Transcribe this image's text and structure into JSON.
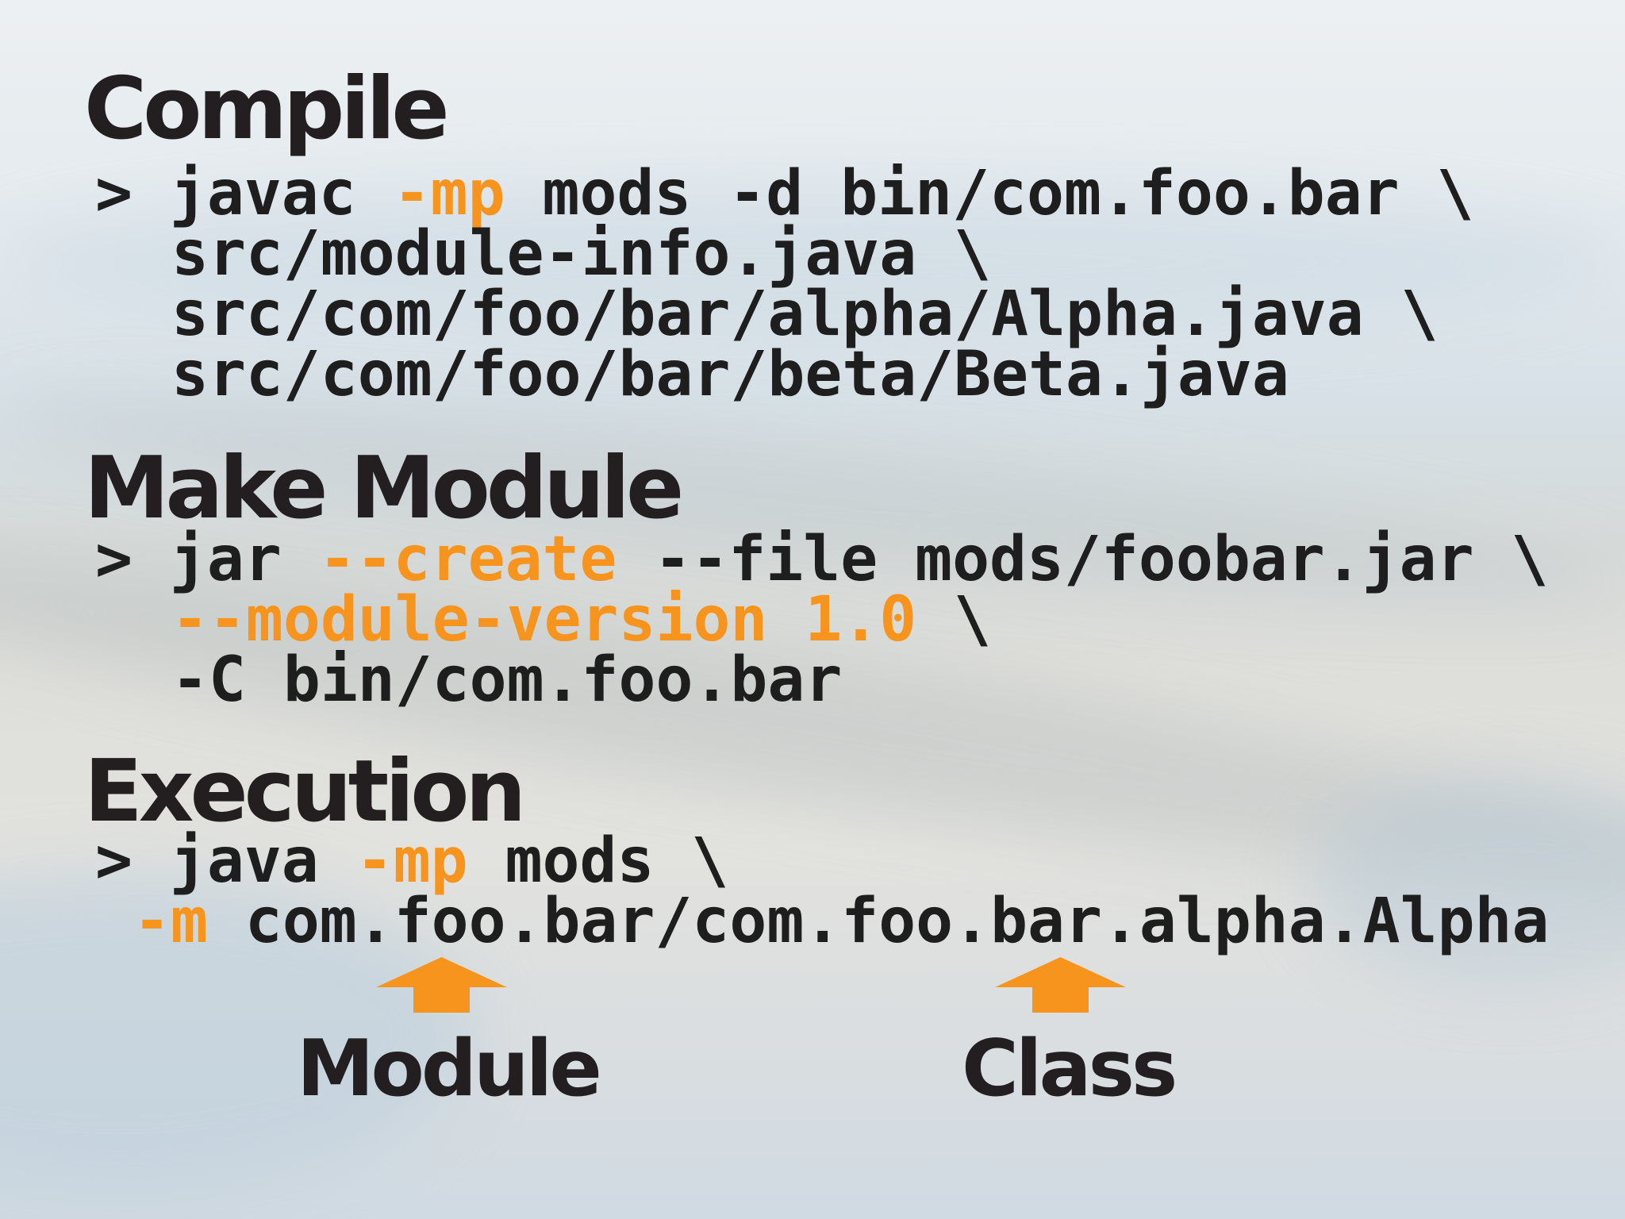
{
  "colors": {
    "heading": "#231f20",
    "code": "#1e1e1e",
    "highlight": "#f7941d"
  },
  "compile": {
    "heading": "Compile",
    "line1": {
      "prompt": "> ",
      "cmd": "javac ",
      "flag": "-mp",
      "rest": " mods -d bin/com.foo.bar \\"
    },
    "line2": "src/module-info.java \\",
    "line3": "src/com/foo/bar/alpha/Alpha.java \\",
    "line4": "src/com/foo/bar/beta/Beta.java"
  },
  "make_module": {
    "heading": "Make Module",
    "line1": {
      "prompt": "> ",
      "cmd": "jar ",
      "flag": "--create",
      "rest": " --file mods/foobar.jar \\"
    },
    "line2": {
      "flag": "--module-version 1.0",
      "rest": " \\"
    },
    "line3": "-C bin/com.foo.bar"
  },
  "execution": {
    "heading": "Execution",
    "line1": {
      "prompt": "> ",
      "cmd": "java ",
      "flag": "-mp",
      "rest": " mods \\"
    },
    "line2": {
      "flag": "-m",
      "rest": " com.foo.bar/com.foo.bar.alpha.Alpha"
    }
  },
  "annotations": {
    "module_label": "Module",
    "class_label": "Class",
    "arrow_icon": "up-arrow-icon"
  }
}
